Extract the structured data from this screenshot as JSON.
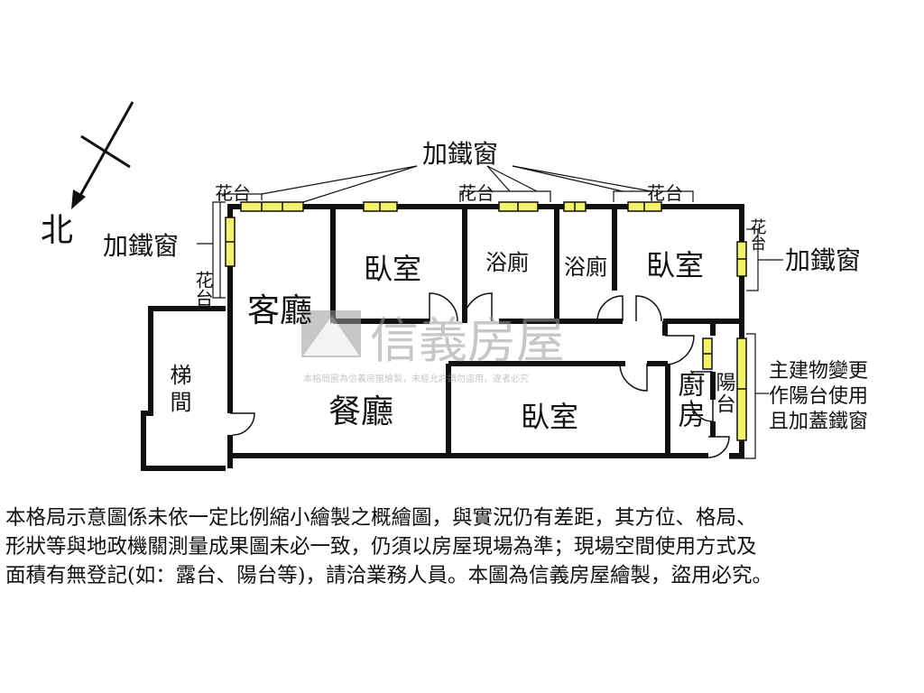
{
  "north": {
    "label": "北"
  },
  "labels": {
    "iron_window_top": "加鐵窗",
    "iron_window_left": "加鐵窗",
    "iron_window_right": "加鐵窗",
    "planter_top_left": "花台",
    "planter_top_mid": "花台",
    "planter_top_right": "花台",
    "planter_left": "花台",
    "planter_right": "花台"
  },
  "rooms": {
    "living": "客廳",
    "dining": "餐廳",
    "bedroom_1": "臥室",
    "bath_1": "浴廁",
    "bath_2": "浴廁",
    "bedroom_2": "臥室",
    "bedroom_3": "臥室",
    "stair": "梯間",
    "kitchen": "廚房",
    "balcony": "陽台"
  },
  "note": [
    "主建物變更",
    "作陽台使用",
    "且加蓋鐵窗"
  ],
  "watermark": {
    "brand": "信義房屋",
    "notice": "本格局圖為信義房屋繪製，未經允許請勿盜用，違者必究"
  },
  "colors": {
    "window": "#f2f26b",
    "wall": "#111111",
    "watermark": "#9a9a9a"
  },
  "disclaimer": [
    "本格局示意圖係未依一定比例縮小繪製之概繪圖，與實況仍有差距，其方位、格局、",
    "形狀等與地政機關測量成果圖未必一致，仍須以房屋現場為準；現場空間使用方式及",
    "面積有無登記(如：露台、陽台等)，請洽業務人員。本圖為信義房屋繪製，盜用必究。"
  ]
}
